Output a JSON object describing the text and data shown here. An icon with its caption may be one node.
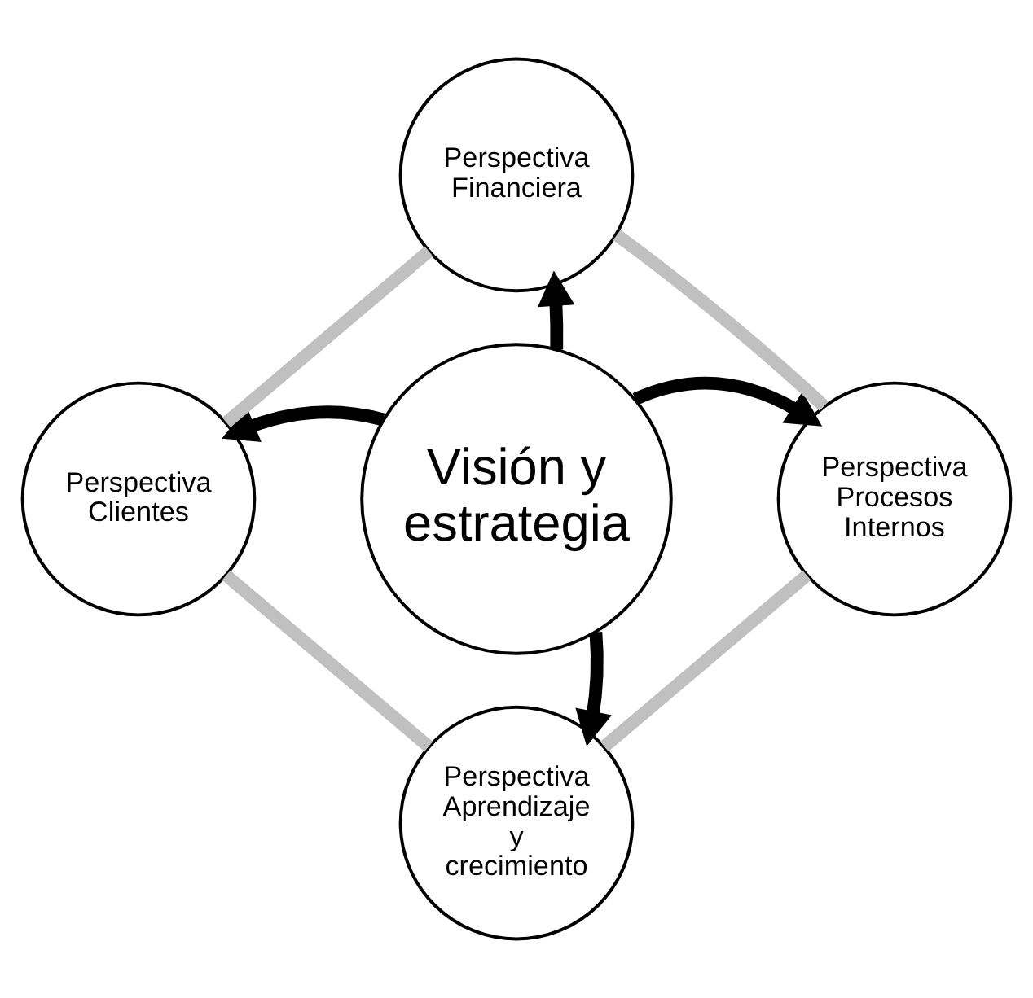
{
  "diagram": {
    "nodes": [
      {
        "text": [
          "Visión y estrategia"
        ]
      },
      {
        "text": [
          "Perspectiva Financiera"
        ]
      },
      {
        "text": [
          "Perspectiva Clientes"
        ]
      },
      {
        "text": [
          "Perspectiva Procesos Internos"
        ]
      },
      {
        "text": [
          "Perspectiva Aprendizaje y crecimiento"
        ]
      }
    ],
    "edges": [
      {
        "from": 0,
        "to": 1,
        "arrow": "to"
      },
      {
        "from": 0,
        "to": 2,
        "arrow": "to"
      },
      {
        "from": 0,
        "to": 3,
        "arrow": "to"
      },
      {
        "from": 0,
        "to": 4,
        "arrow": "to"
      },
      {
        "from": 1,
        "to": 3,
        "arrow": "none",
        "color": "#c0c0c0"
      },
      {
        "from": 3,
        "to": 4,
        "arrow": "none",
        "color": "#c0c0c0"
      },
      {
        "from": 2,
        "to": 4,
        "arrow": "none",
        "color": "#c0c0c0"
      },
      {
        "from": 1,
        "to": 2,
        "arrow": "none",
        "color": "#c0c0c0"
      }
    ]
  }
}
